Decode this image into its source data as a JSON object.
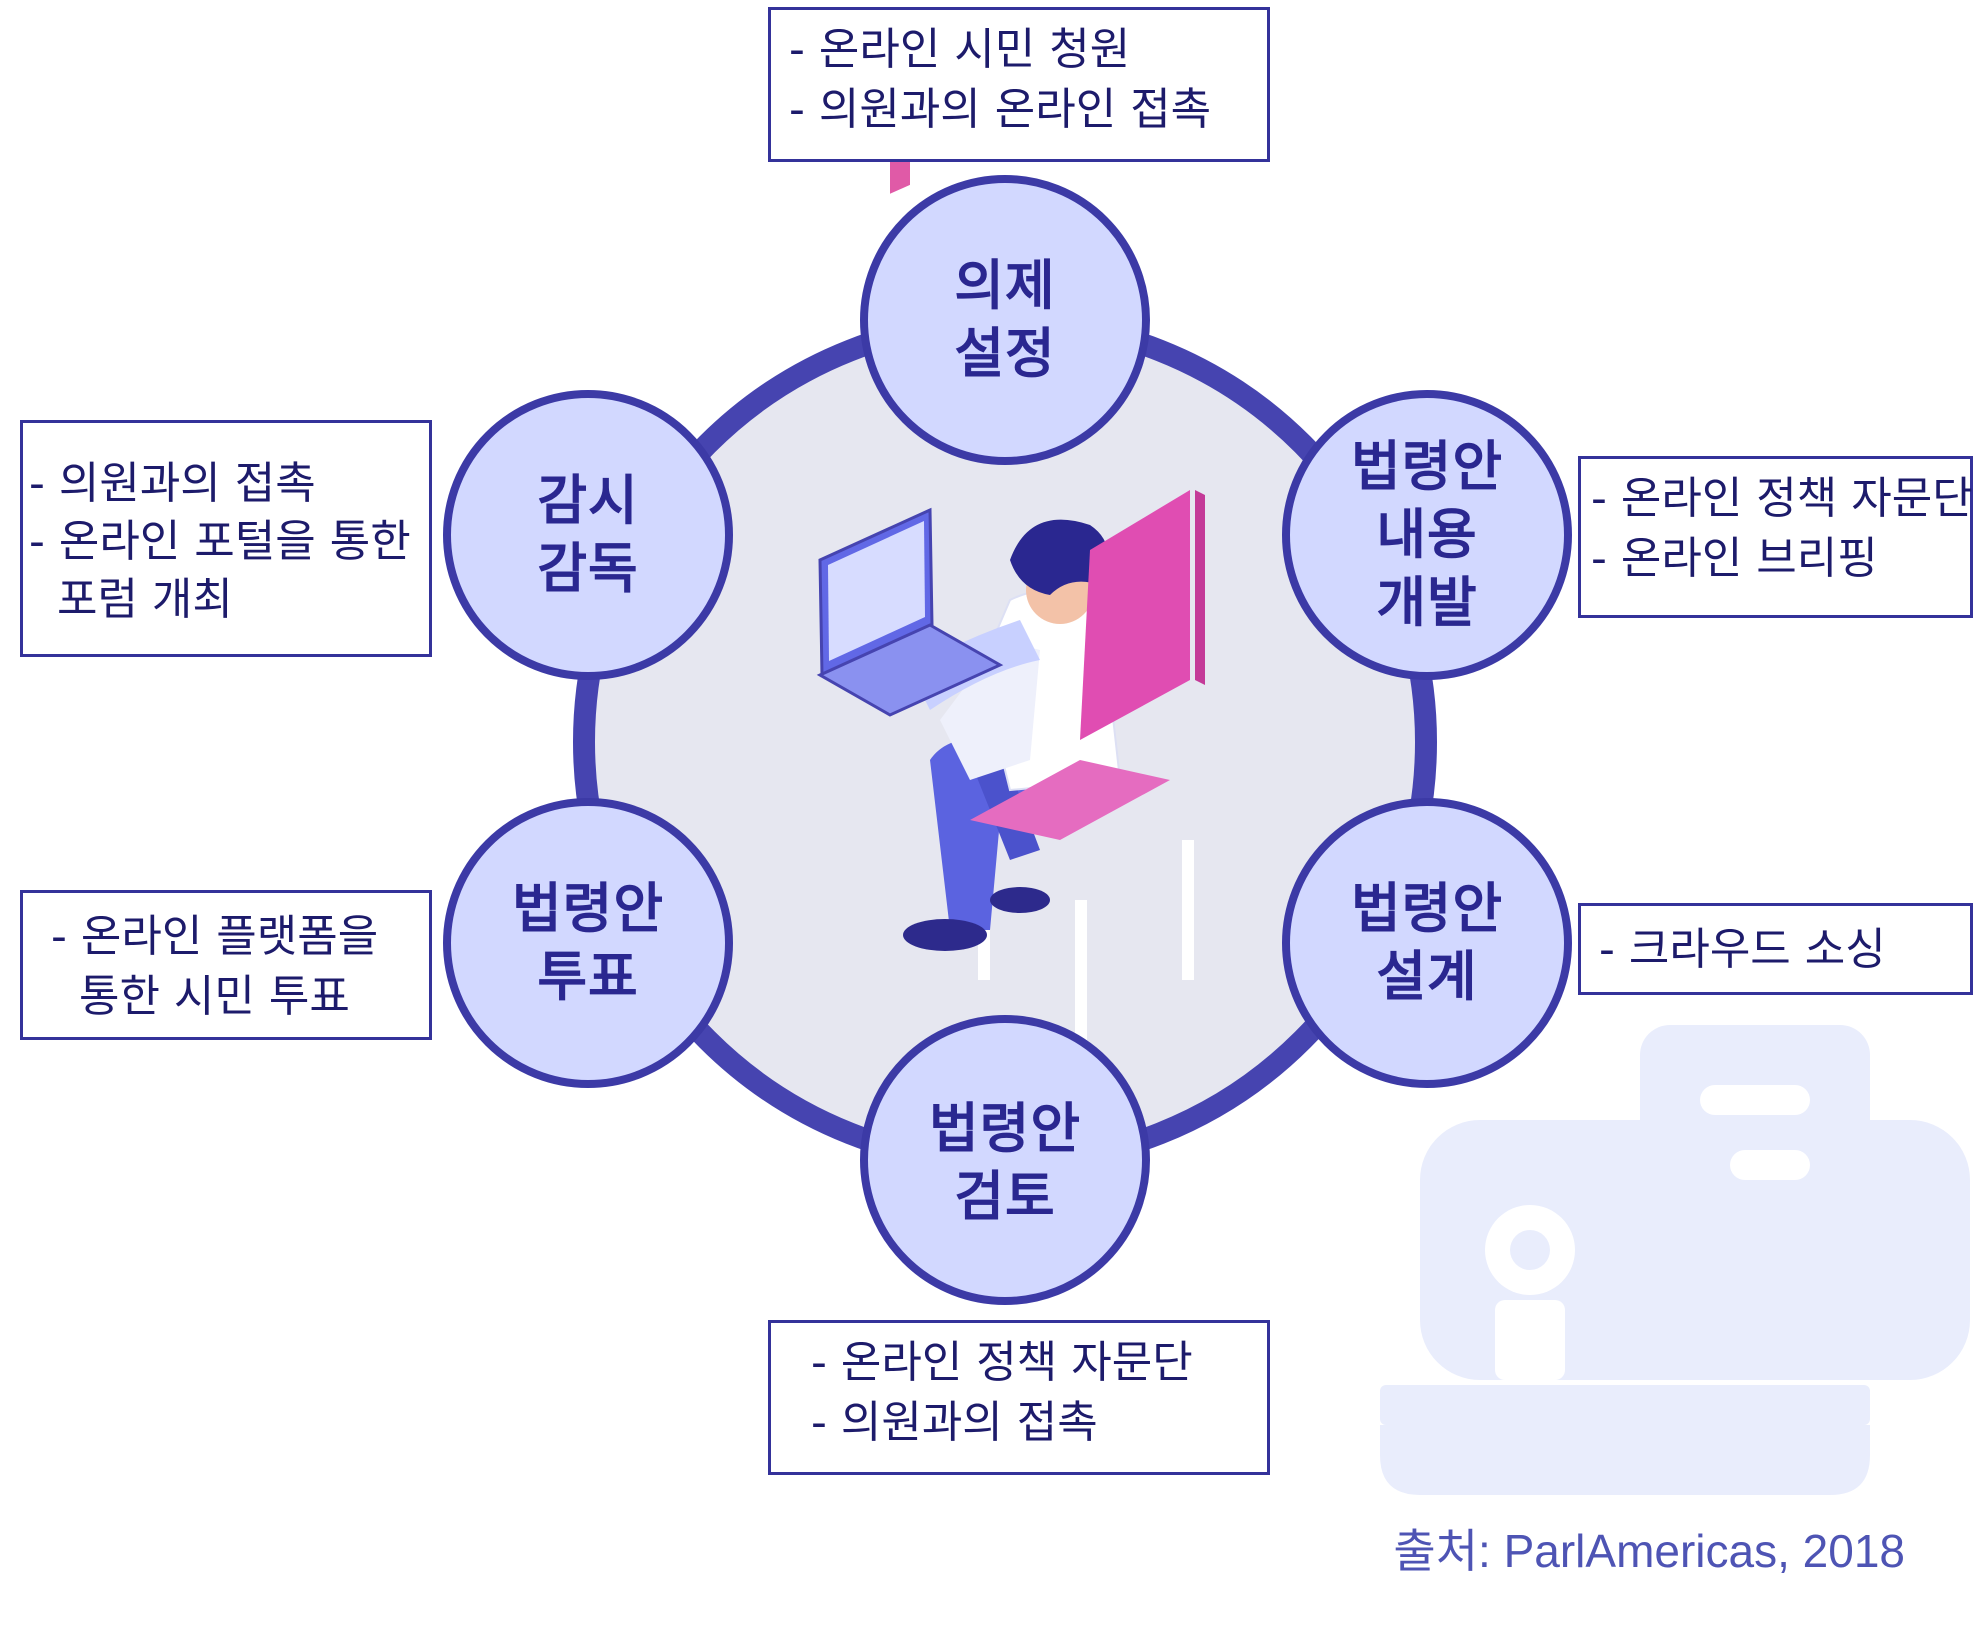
{
  "stages": [
    {
      "id": "agenda",
      "lines": [
        "의제",
        "설정"
      ]
    },
    {
      "id": "drafting",
      "lines": [
        "법령안",
        "내용",
        "개발"
      ]
    },
    {
      "id": "design",
      "lines": [
        "법령안",
        "설계"
      ]
    },
    {
      "id": "review",
      "lines": [
        "법령안",
        "검토"
      ]
    },
    {
      "id": "vote",
      "lines": [
        "법령안",
        "투표"
      ]
    },
    {
      "id": "oversight",
      "lines": [
        "감시",
        "감독"
      ]
    }
  ],
  "notes": {
    "top": [
      "- 온라인 시민 청원",
      "- 의원과의 온라인 접촉"
    ],
    "right_upper": [
      "- 온라인 정책 자문단",
      "- 온라인 브리핑"
    ],
    "right_lower": [
      "- 크라우드 소싱"
    ],
    "bottom": [
      "- 온라인 정책 자문단",
      "- 의원과의 접촉"
    ],
    "left_lower": [
      "- 온라인 플랫폼을",
      "  통한 시민 투표"
    ],
    "left_upper": [
      "- 의원과의 접촉",
      "- 온라인 포털을 통한",
      "  포럼 개최"
    ]
  },
  "source": "출처: ParlAmericas, 2018",
  "icons": [
    "person-at-laptop-illustration",
    "pink-chair-icon",
    "legislator-speech-bubble-watermark-icon"
  ],
  "colors": {
    "ring": "#4644b0",
    "node_fill": "#d2d8ff",
    "node_border": "#3c3aa6",
    "inner_fill": "#e6e7f0",
    "text": "#2a2790",
    "chair": "#e04db2",
    "watermark": "#e9edfc"
  }
}
